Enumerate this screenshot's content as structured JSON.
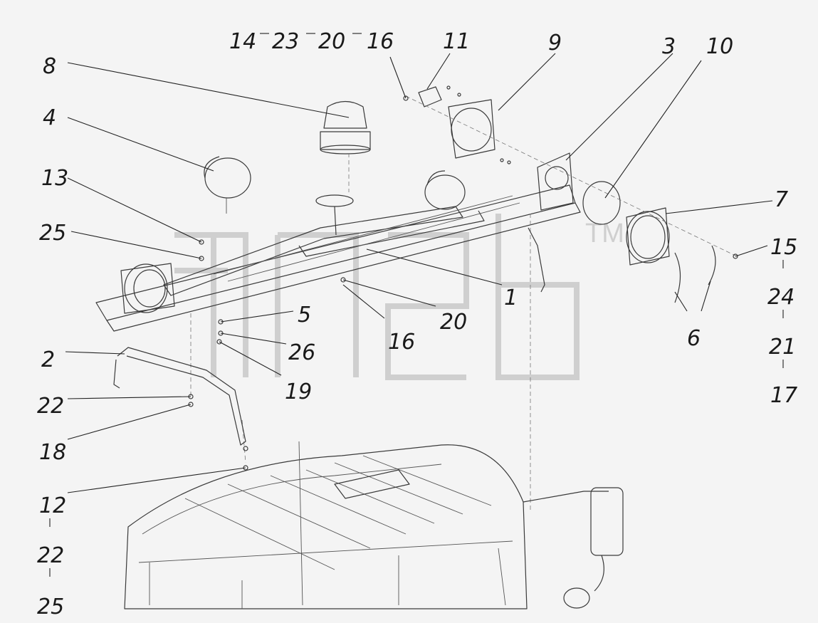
{
  "diagram": {
    "callouts": {
      "c14": "14",
      "c23a": "23",
      "c20a": "20",
      "c16a": "16",
      "c11": "11",
      "c9": "9",
      "c3": "3",
      "c10": "10",
      "c8": "8",
      "c4": "4",
      "c13": "13",
      "c25a": "25",
      "c7": "7",
      "c15": "15",
      "c24": "24",
      "c21": "21",
      "c17": "17",
      "c1": "1",
      "c20b": "20",
      "c16b": "16",
      "c5": "5",
      "c26": "26",
      "c19": "19",
      "c6": "6",
      "c2": "2",
      "c22a": "22",
      "c18": "18",
      "c12": "12",
      "c22b": "22",
      "c25b": "25"
    },
    "watermark": {
      "mark": "TM"
    }
  }
}
